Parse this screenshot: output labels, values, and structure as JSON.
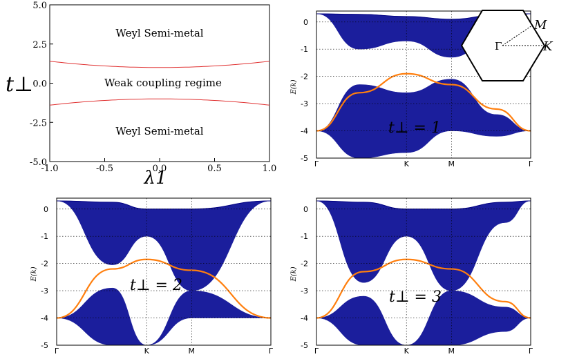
{
  "figure": {
    "phase_label_top": "Weyl Semi-metal",
    "phase_label_mid": "Weak coupling regime",
    "phase_label_bot": "Weyl Semi-metal",
    "panel_labels": [
      "t⊥ = 1",
      "t⊥ = 2",
      "t⊥ = 3"
    ],
    "bz_labels": {
      "gamma": "Γ",
      "m": "M",
      "k": "K"
    }
  },
  "chart_data": [
    {
      "type": "line",
      "xlabel": "λ1",
      "ylabel": "t⊥",
      "xlim": [
        -1.0,
        1.0
      ],
      "ylim": [
        -5.0,
        5.0
      ],
      "xticks": [
        "-1.0",
        "-0.5",
        "0.0",
        "0.5",
        "1.0"
      ],
      "yticks": [
        "-5.0",
        "-2.5",
        "0.0",
        "2.5",
        "5.0"
      ],
      "grid": false,
      "series": [
        {
          "color": "#e03030",
          "x": [
            -1.0,
            -0.5,
            0.0,
            0.5,
            1.0
          ],
          "y": [
            1.4,
            1.1,
            1.0,
            1.1,
            1.4
          ]
        },
        {
          "color": "#e03030",
          "x": [
            -1.0,
            -0.5,
            0.0,
            0.5,
            1.0
          ],
          "y": [
            -1.4,
            -1.1,
            -1.0,
            -1.1,
            -1.4
          ]
        }
      ]
    },
    {
      "type": "area",
      "t_perp": 1,
      "ylabel": "E(k)",
      "xticks": [
        "Γ",
        "K",
        "M",
        "Γ"
      ],
      "yticks": [
        "0",
        "-1",
        "-2",
        "-3",
        "-4",
        "-5"
      ],
      "ylim": [
        -5,
        0.4
      ],
      "grid": true,
      "k": [
        0,
        0.2,
        0.42,
        0.63,
        0.84,
        1
      ],
      "upper_band_top": [
        0.3,
        0.28,
        0.2,
        0.1,
        0.25,
        0.3
      ],
      "upper_band_bottom": [
        0.3,
        -1.0,
        -0.7,
        -1.3,
        -0.5,
        0.3
      ],
      "surface_band": [
        -4.0,
        -2.6,
        -1.9,
        -2.3,
        -3.2,
        -4.0
      ],
      "lower_band_top": [
        -4.0,
        -2.3,
        -2.6,
        -2.1,
        -3.4,
        -4.0
      ],
      "lower_band_bottom": [
        -4.0,
        -5.0,
        -4.8,
        -4.0,
        -4.2,
        -4.0
      ]
    },
    {
      "type": "area",
      "t_perp": 2,
      "ylabel": "E(k)",
      "xticks": [
        "Γ",
        "K",
        "M",
        "Γ"
      ],
      "yticks": [
        "0",
        "-1",
        "-2",
        "-3",
        "-4",
        "-5"
      ],
      "ylim": [
        -5,
        0.4
      ],
      "grid": true,
      "k": [
        0,
        0.26,
        0.42,
        0.63,
        1
      ],
      "upper_band_top": [
        0.3,
        0.25,
        0.0,
        0.0,
        0.3
      ],
      "upper_band_bottom": [
        0.3,
        -2.05,
        -1.0,
        -3.0,
        0.3
      ],
      "surface_band": [
        -4.0,
        -2.2,
        -1.85,
        -2.25,
        -4.0
      ],
      "lower_band_top": [
        -4.0,
        -2.9,
        -5.0,
        -3.0,
        -4.0
      ],
      "lower_band_bottom": [
        -4.0,
        -5.0,
        -5.0,
        -4.0,
        -4.0
      ]
    },
    {
      "type": "area",
      "t_perp": 3,
      "ylabel": "E(k)",
      "xticks": [
        "Γ",
        "K",
        "M",
        "Γ"
      ],
      "yticks": [
        "0",
        "-1",
        "-2",
        "-3",
        "-4",
        "-5"
      ],
      "ylim": [
        -5,
        0.4
      ],
      "grid": true,
      "k": [
        0,
        0.22,
        0.42,
        0.63,
        0.88,
        1
      ],
      "upper_band_top": [
        0.3,
        0.25,
        0.0,
        0.0,
        0.25,
        0.3
      ],
      "upper_band_bottom": [
        0.3,
        -2.7,
        -1.0,
        -3.0,
        -0.5,
        0.3
      ],
      "surface_band": [
        -4.0,
        -2.3,
        -1.85,
        -2.2,
        -3.4,
        -4.0
      ],
      "lower_band_top": [
        -4.0,
        -3.2,
        -5.0,
        -3.0,
        -3.6,
        -4.0
      ],
      "lower_band_bottom": [
        -4.0,
        -5.0,
        -5.0,
        -5.0,
        -4.5,
        -4.0
      ]
    }
  ]
}
